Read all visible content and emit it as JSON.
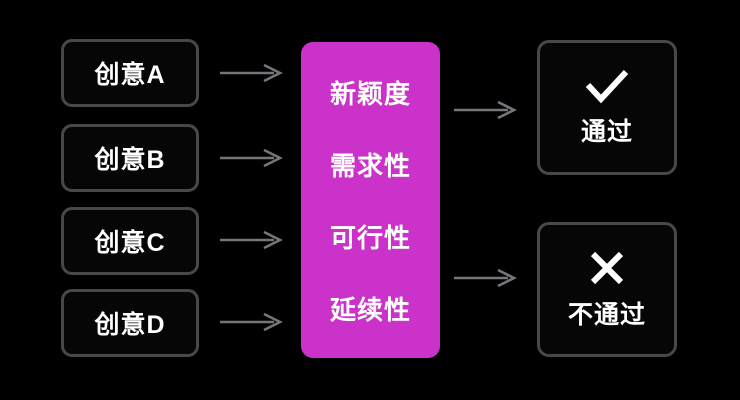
{
  "colors": {
    "background": "#000000",
    "box_border": "#48484b",
    "box_fill": "#060606",
    "text": "#ffffff",
    "arrow": "#75757b",
    "center_fill": "#ca32ca",
    "icon": "#ffffff"
  },
  "inputs": [
    {
      "label": "创意A"
    },
    {
      "label": "创意B"
    },
    {
      "label": "创意C"
    },
    {
      "label": "创意D"
    }
  ],
  "criteria": {
    "items": [
      "新颖度",
      "需求性",
      "可行性",
      "延续性"
    ]
  },
  "outcomes": [
    {
      "icon": "check-icon",
      "label": "通过"
    },
    {
      "icon": "cross-icon",
      "label": "不通过"
    }
  ]
}
